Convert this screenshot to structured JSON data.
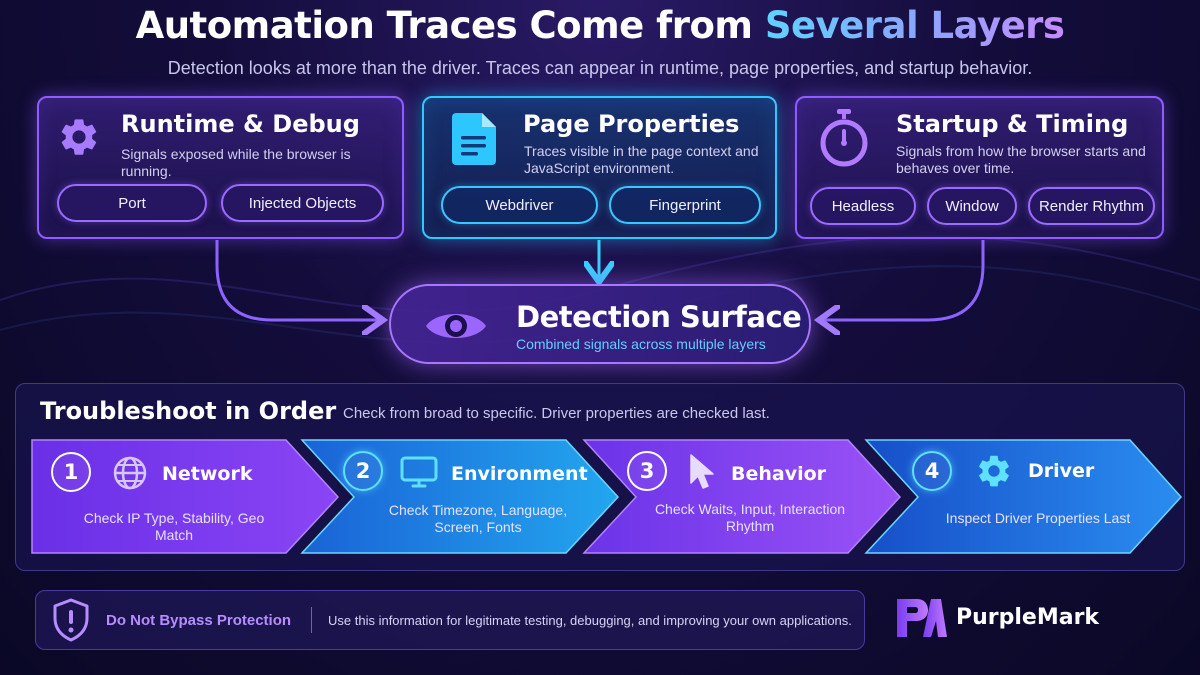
{
  "header": {
    "title_prefix": "Automation Traces Come from ",
    "title_accent": "Several Layers",
    "subtitle": "Detection looks at more than the driver. Traces can appear in runtime, page properties, and startup behavior."
  },
  "layers": [
    {
      "title": "Runtime & Debug",
      "description": "Signals exposed while the browser is running.",
      "icon": "gear-icon",
      "pills": [
        "Port",
        "Injected Objects"
      ]
    },
    {
      "title": "Page Properties",
      "description": "Traces visible in the page context and JavaScript environment.",
      "icon": "document-icon",
      "pills": [
        "Webdriver",
        "Fingerprint"
      ]
    },
    {
      "title": "Startup & Timing",
      "description": "Signals from how the browser starts and behaves over time.",
      "icon": "stopwatch-icon",
      "pills": [
        "Headless",
        "Window",
        "Render Rhythm"
      ]
    }
  ],
  "surface": {
    "title": "Detection Surface",
    "subtitle": "Combined signals across multiple layers",
    "icon": "eye-icon"
  },
  "troubleshoot": {
    "title": "Troubleshoot in Order",
    "note": "Check from broad to specific. Driver properties are checked last.",
    "steps": [
      {
        "number": "1",
        "title": "Network",
        "description": "Check IP Type, Stability, Geo Match",
        "icon": "globe-icon",
        "color": "#7a3cf0"
      },
      {
        "number": "2",
        "title": "Environment",
        "description": "Check Timezone, Language, Screen, Fonts",
        "icon": "monitor-icon",
        "color": "#1b8fe6"
      },
      {
        "number": "3",
        "title": "Behavior",
        "description": "Check Waits, Input, Interaction Rhythm",
        "icon": "cursor-icon",
        "color": "#7d3ff0"
      },
      {
        "number": "4",
        "title": "Driver",
        "description": "Inspect Driver Properties Last",
        "icon": "gear-icon",
        "color": "#1a6fe0"
      }
    ]
  },
  "footer": {
    "warning_title": "Do Not Bypass Protection",
    "warning_text": "Use this information for legitimate testing, debugging, and improving your own applications.",
    "warning_icon": "shield-alert-icon",
    "brand": "PurpleMark"
  },
  "colors": {
    "background": "#140d3c",
    "purple_accent": "#8f5dff",
    "cyan_accent": "#2fc8ff"
  }
}
